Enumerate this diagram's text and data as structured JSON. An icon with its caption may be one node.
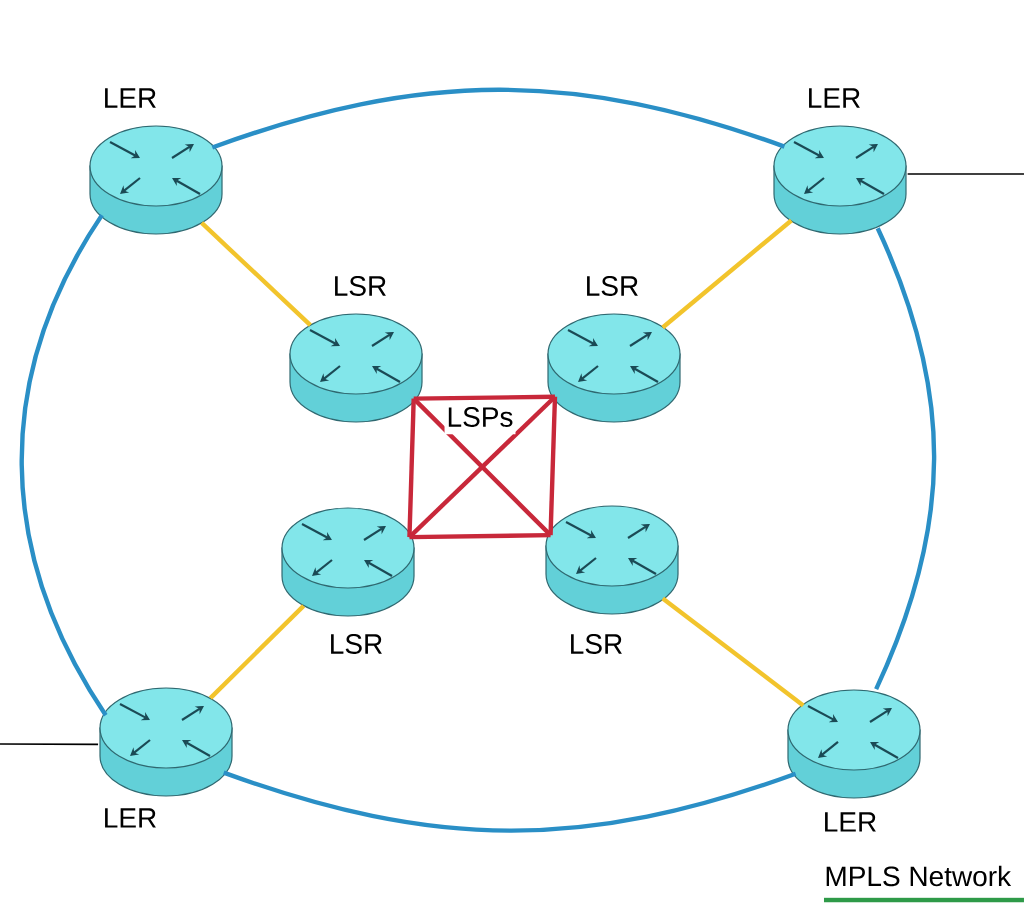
{
  "diagram": {
    "caption": "MPLS Network",
    "nodes": [
      {
        "text": [
          "LER"
        ]
      },
      {
        "text": [
          "LER"
        ]
      },
      {
        "text": [
          "LSR"
        ]
      },
      {
        "text": [
          "LSR"
        ]
      },
      {
        "text": [
          "LSR"
        ]
      },
      {
        "text": [
          "LSR"
        ]
      },
      {
        "text": [
          "LER"
        ]
      },
      {
        "text": [
          "LER"
        ]
      }
    ],
    "edges": [
      {
        "from": 0,
        "to": 1,
        "arrow": "none",
        "color": "#2a8fc6"
      },
      {
        "from": 1,
        "to": 7,
        "arrow": "none",
        "color": "#2a8fc6"
      },
      {
        "from": 6,
        "to": 7,
        "arrow": "none",
        "color": "#2a8fc6"
      },
      {
        "from": 0,
        "to": 6,
        "arrow": "none",
        "color": "#2a8fc6"
      },
      {
        "from": 0,
        "to": 2,
        "arrow": "none",
        "color": "#f2c42c"
      },
      {
        "from": 1,
        "to": 3,
        "arrow": "none",
        "color": "#f2c42c"
      },
      {
        "from": 6,
        "to": 4,
        "arrow": "none",
        "color": "#f2c42c"
      },
      {
        "from": 7,
        "to": 5,
        "arrow": "none",
        "color": "#f2c42c"
      },
      {
        "from": 2,
        "to": 3,
        "arrow": "none",
        "color": "#c8283a"
      },
      {
        "from": 2,
        "to": 4,
        "arrow": "none",
        "color": "#c8283a"
      },
      {
        "from": 2,
        "to": 5,
        "arrow": "none",
        "color": "#c8283a"
      },
      {
        "from": 3,
        "to": 4,
        "arrow": "none",
        "color": "#c8283a"
      },
      {
        "from": 3,
        "to": 5,
        "arrow": "none",
        "color": "#c8283a"
      },
      {
        "from": 4,
        "to": 5,
        "arrow": "none",
        "color": "#c8283a"
      },
      {
        "from": 1,
        "to": null,
        "arrow": "none",
        "color": "#000000"
      },
      {
        "from": null,
        "to": 6,
        "arrow": "none",
        "color": "#000000"
      }
    ],
    "labels": [
      "LSPs"
    ]
  }
}
